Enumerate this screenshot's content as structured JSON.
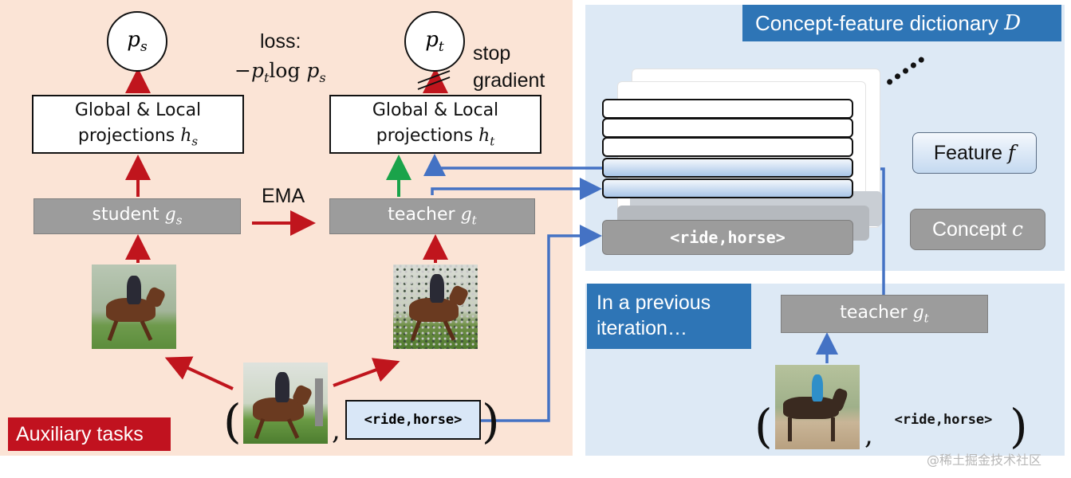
{
  "left_panel": {
    "tag": "Auxiliary tasks",
    "ps": "p",
    "ps_sub": "s",
    "pt": "p",
    "pt_sub": "t",
    "loss_title": "loss:",
    "loss_formula": "−p",
    "loss_formula_sub": "t",
    "loss_log": "log ",
    "loss_p": "p",
    "loss_p_sub": "s",
    "stop_gradient": "stop gradient",
    "proj_student_line1": "Global & Local",
    "proj_student_line2": "projections ",
    "proj_student_var": "h",
    "proj_student_sub": "s",
    "proj_teacher_line1": "Global & Local",
    "proj_teacher_line2": "projections ",
    "proj_teacher_var": "h",
    "proj_teacher_sub": "t",
    "student_label": "student ",
    "student_var": "g",
    "student_sub": "s",
    "teacher_label": "teacher ",
    "teacher_var": "g",
    "teacher_sub": "t",
    "ema": "EMA",
    "concept_token": "<ride,horse>",
    "comma": ","
  },
  "right_panel": {
    "dictionary_title": "Concept-feature dictionary ",
    "dictionary_var": "D",
    "dots": "•••••",
    "feature_label": "Feature ",
    "feature_var": "f",
    "concept_label": "Concept ",
    "concept_var": "c",
    "stack_concept": "<ride,horse>",
    "prev_iteration": "In a previous iteration…",
    "prev_teacher_label": "teacher ",
    "prev_teacher_var": "g",
    "prev_teacher_sub": "t",
    "prev_concept_token": "<ride,horse>",
    "comma": ","
  },
  "watermark": "@稀土掘金技术社区",
  "colors": {
    "left_bg": "#fbe4d6",
    "right_bg": "#dde9f5",
    "red_arrow": "#c0151d",
    "blue_arrow": "#4472c4",
    "green_arrow": "#1aa34a",
    "gray_box": "#9c9c9c",
    "tag_red": "#c1121f",
    "tag_blue": "#2e75b6"
  }
}
